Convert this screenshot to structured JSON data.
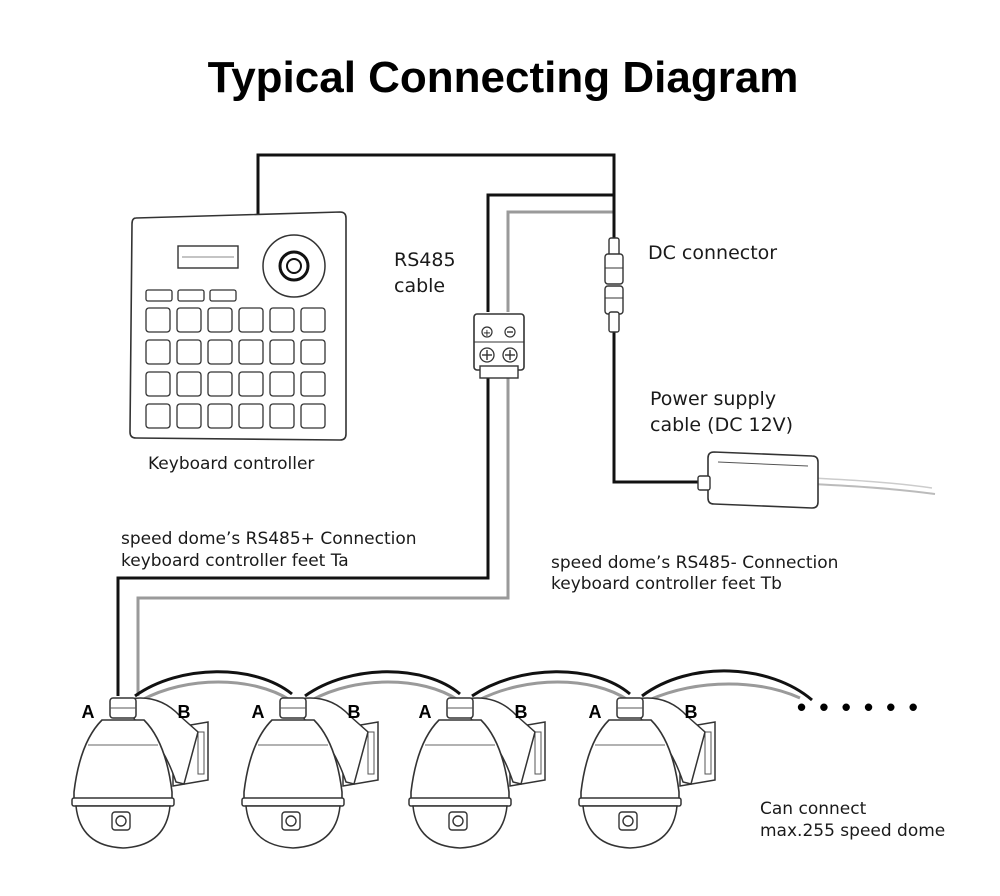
{
  "title": "Typical Connecting Diagram",
  "labels": {
    "rs485_cable_line1": "RS485",
    "rs485_cable_line2": "cable",
    "dc_connector": "DC connector",
    "power_supply_line1": "Power supply",
    "power_supply_line2": "cable (DC 12V)",
    "keyboard_controller": "Keyboard controller",
    "rs485_plus_line1": "speed dome’s RS485+ Connection",
    "rs485_plus_line2": "keyboard controller feet Ta",
    "rs485_minus_line1": "speed dome’s RS485- Connection",
    "rs485_minus_line2": "keyboard controller feet Tb",
    "can_connect_line1": "Can connect",
    "can_connect_line2": "max.255 speed dome",
    "ellipsis": "• • •  • • •"
  },
  "domes": [
    {
      "a": "A",
      "b": "B"
    },
    {
      "a": "A",
      "b": "B"
    },
    {
      "a": "A",
      "b": "B"
    },
    {
      "a": "A",
      "b": "B"
    }
  ],
  "colors": {
    "wire_black": "#111111",
    "wire_gray": "#9a9a9a",
    "outline": "#333333",
    "background": "#ffffff"
  }
}
